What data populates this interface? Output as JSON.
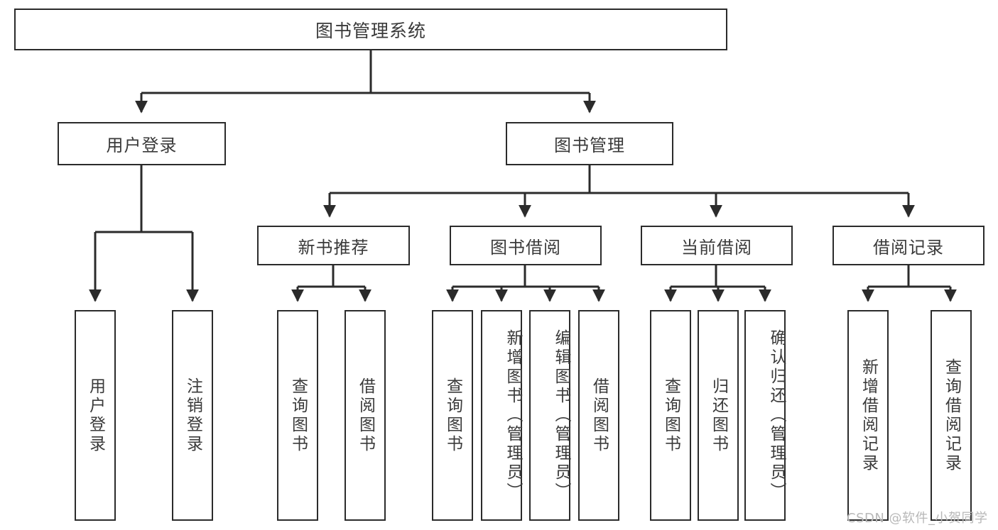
{
  "diagram": {
    "title": "图书管理系统",
    "type": "tree-hierarchy-chart",
    "watermark": "CSDN @软件_小贺同学",
    "colors": {
      "stroke": "#2b2b2b",
      "fill": "#ffffff",
      "text": "#3a3a3a",
      "watermark": "#b8b8b8"
    },
    "levels": {
      "root": "图书管理系统",
      "level2": [
        "用户登录",
        "图书管理"
      ],
      "level3": [
        "新书推荐",
        "图书借阅",
        "当前借阅",
        "借阅记录"
      ]
    },
    "nodes": {
      "root": {
        "label": "图书管理系统"
      },
      "user_login": {
        "label": "用户登录"
      },
      "book_manage": {
        "label": "图书管理"
      },
      "new_book_rec": {
        "label": "新书推荐"
      },
      "book_borrow": {
        "label": "图书借阅"
      },
      "current_borrow": {
        "label": "当前借阅"
      },
      "borrow_record": {
        "label": "借阅记录"
      },
      "leaf_user_login": {
        "label": "用户登录"
      },
      "leaf_user_logout": {
        "label": "注销登录"
      },
      "leaf_query_book_1": {
        "label": "查询图书"
      },
      "leaf_borrow_book_1": {
        "label": "借阅图书"
      },
      "leaf_query_book_2": {
        "label": "查询图书"
      },
      "leaf_add_book": {
        "label": "新增图书（管理员）"
      },
      "leaf_edit_book": {
        "label": "编辑图书（管理员）"
      },
      "leaf_borrow_book_2": {
        "label": "借阅图书"
      },
      "leaf_query_book_3": {
        "label": "查询图书"
      },
      "leaf_return_book": {
        "label": "归还图书"
      },
      "leaf_confirm_return": {
        "label": "确认归还（管理员）"
      },
      "leaf_add_record": {
        "label": "新增借阅记录"
      },
      "leaf_query_record": {
        "label": "查询借阅记录"
      }
    },
    "edges": [
      {
        "from": "root",
        "to": "user_login"
      },
      {
        "from": "root",
        "to": "book_manage"
      },
      {
        "from": "user_login",
        "to": "leaf_user_login"
      },
      {
        "from": "user_login",
        "to": "leaf_user_logout"
      },
      {
        "from": "book_manage",
        "to": "new_book_rec"
      },
      {
        "from": "book_manage",
        "to": "book_borrow"
      },
      {
        "from": "book_manage",
        "to": "current_borrow"
      },
      {
        "from": "book_manage",
        "to": "borrow_record"
      },
      {
        "from": "new_book_rec",
        "to": "leaf_query_book_1"
      },
      {
        "from": "new_book_rec",
        "to": "leaf_borrow_book_1"
      },
      {
        "from": "book_borrow",
        "to": "leaf_query_book_2"
      },
      {
        "from": "book_borrow",
        "to": "leaf_add_book"
      },
      {
        "from": "book_borrow",
        "to": "leaf_edit_book"
      },
      {
        "from": "book_borrow",
        "to": "leaf_borrow_book_2"
      },
      {
        "from": "current_borrow",
        "to": "leaf_query_book_3"
      },
      {
        "from": "current_borrow",
        "to": "leaf_return_book"
      },
      {
        "from": "current_borrow",
        "to": "leaf_confirm_return"
      },
      {
        "from": "borrow_record",
        "to": "leaf_add_record"
      },
      {
        "from": "borrow_record",
        "to": "leaf_query_record"
      }
    ]
  }
}
